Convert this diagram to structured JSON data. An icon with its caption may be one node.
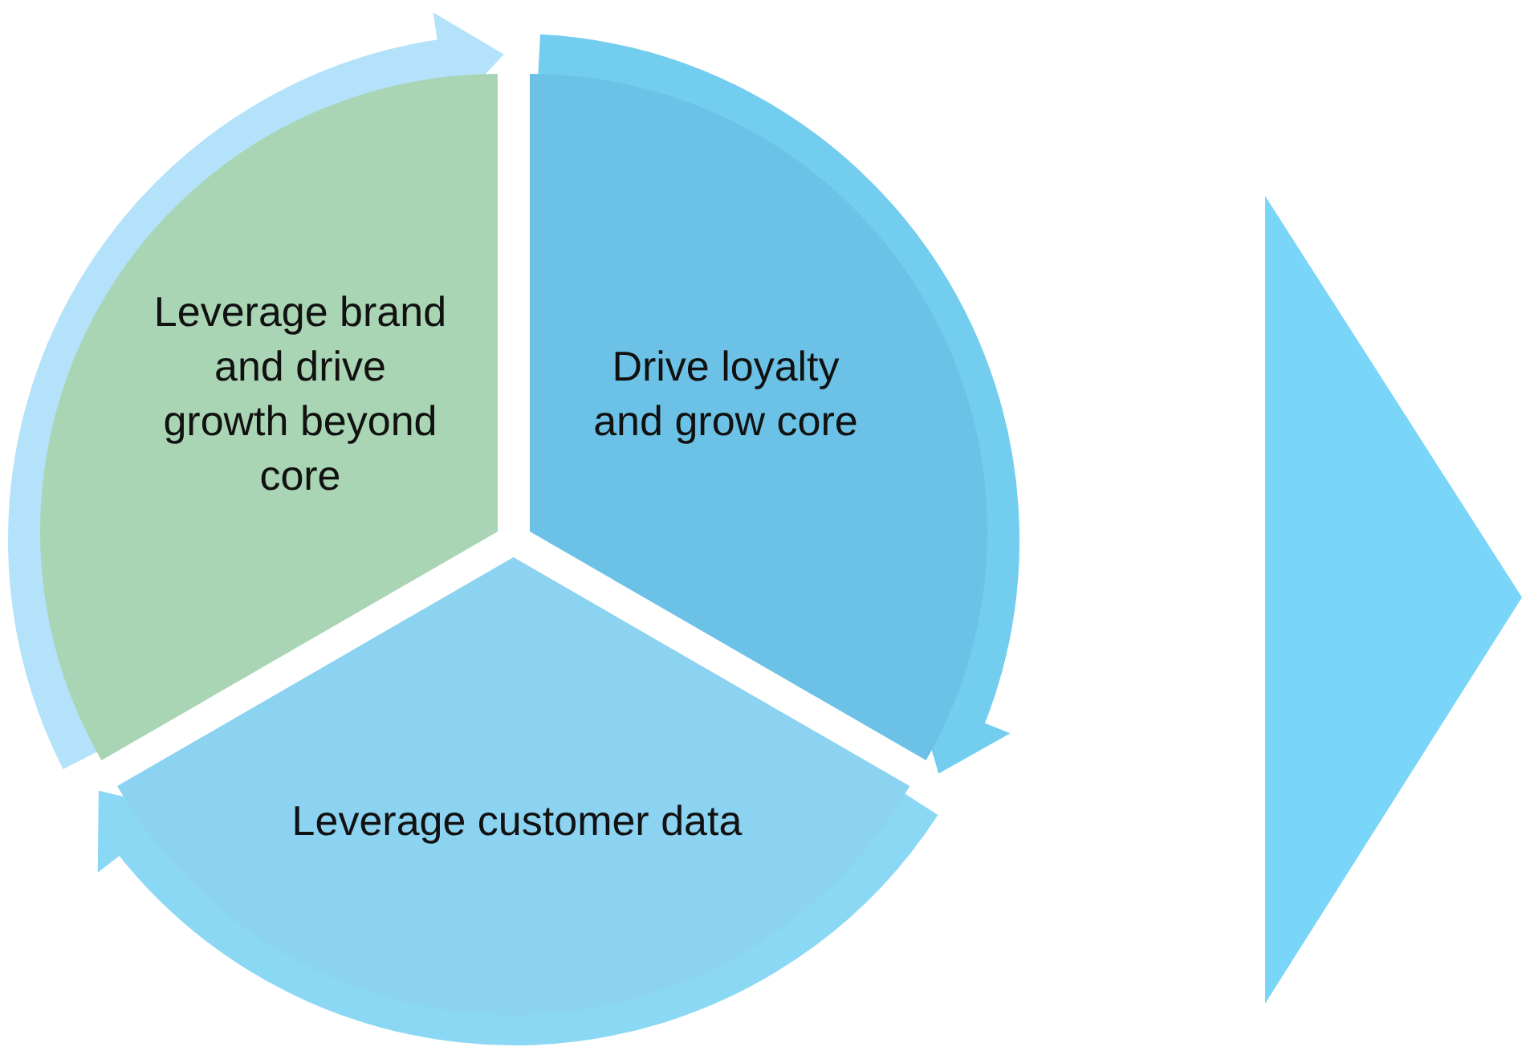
{
  "diagram": {
    "nodes": [
      {
        "text": [
          "Leverage brand and drive growth beyond core"
        ]
      },
      {
        "text": [
          "Drive loyalty and grow core"
        ]
      },
      {
        "text": [
          "Leverage customer data"
        ]
      },
      {
        "text": [],
        "shape": "triangle"
      }
    ],
    "edges": [
      {
        "from": 0,
        "to": 1,
        "arrow": "to",
        "color": "#b3e2fa"
      },
      {
        "from": 1,
        "to": 2,
        "arrow": "to",
        "color": "#72cdef"
      },
      {
        "from": 2,
        "to": 0,
        "arrow": "to",
        "color": "#8bd8f5"
      }
    ]
  }
}
